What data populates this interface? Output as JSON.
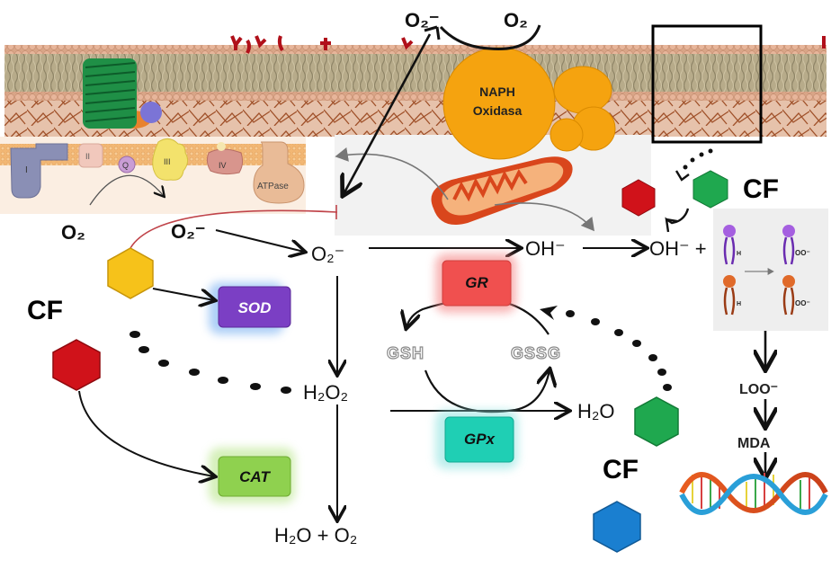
{
  "title": "Oxidative stress pathways and antioxidant enzyme action of CF",
  "membrane": {
    "naph_label_line1": "NAPH",
    "naph_label_line2": "Oxidasa",
    "top_o2_radical": "O₂⁻",
    "top_o2": "O₂"
  },
  "etc": {
    "complex_1": "I",
    "complex_2": "II",
    "q": "Q",
    "complex_3": "III",
    "complex_4": "IV",
    "atpase": "ATPase"
  },
  "species": {
    "o2_left": "O₂",
    "o2_radical_left": "O₂⁻",
    "o2_radical_center": "O₂⁻",
    "oh_center": "OH⁻",
    "oh_right": "OH⁻ +",
    "h2o2": "H₂O₂",
    "h2o": "H₂O",
    "h2o_o2": "H₂O + O₂",
    "gsh": "GSH",
    "gssg": "GSSG",
    "loo": "LOO⁻",
    "mda": "MDA",
    "lipid_h": "H",
    "lipid_oo": "OO⁻"
  },
  "enzymes": {
    "sod": "SOD",
    "cat": "CAT",
    "gr": "GR",
    "gpx": "GPx"
  },
  "cf_labels": {
    "left": "CF",
    "top_right": "CF",
    "bottom": "CF"
  },
  "colors": {
    "sod": "#7b3fc4",
    "cat": "#8fd14f",
    "gr": "#f0504f",
    "gpx": "#1fcfb4",
    "hex_yellow": "#f6c21a",
    "hex_red": "#d0121a",
    "hex_green": "#1fa84f",
    "hex_blue": "#1a7fd0",
    "naph": "#f5a30f"
  }
}
